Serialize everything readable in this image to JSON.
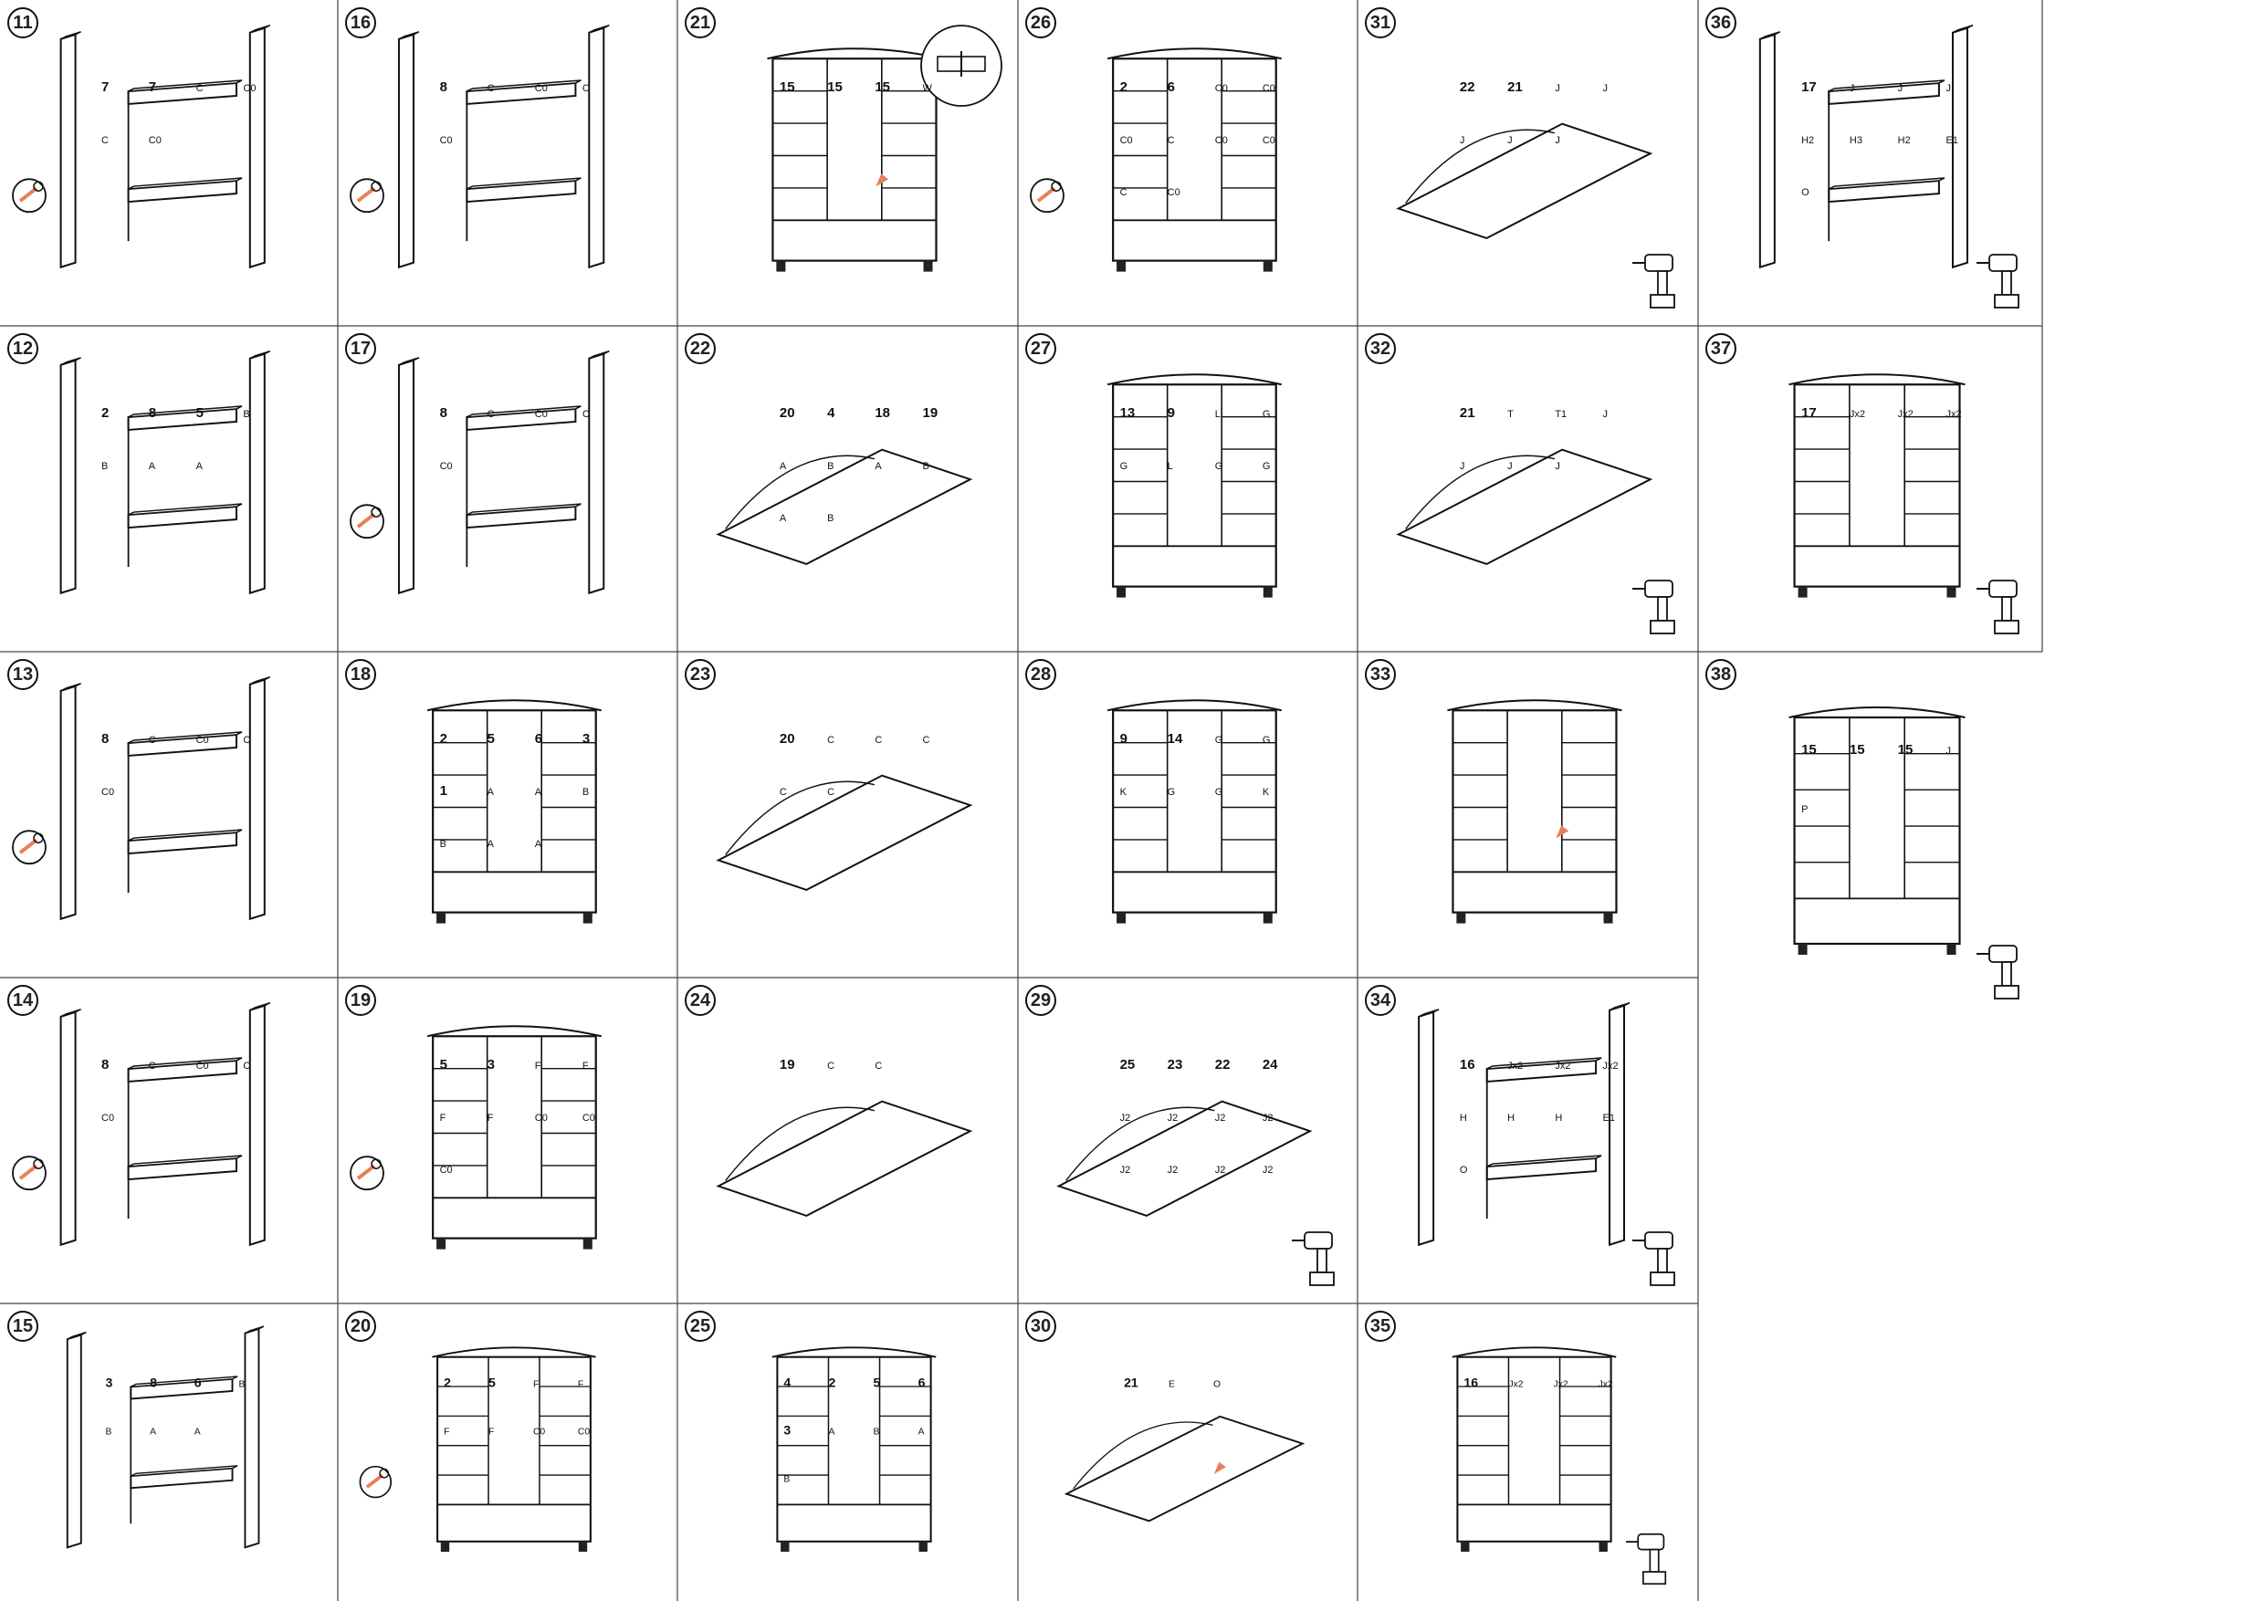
{
  "title": "",
  "columns": 6,
  "rows": 5,
  "colors": {
    "line": "#111111",
    "grid": "#555555",
    "accent": "#e8805a",
    "background": "#ffffff"
  },
  "steps": [
    {
      "n": "11",
      "col": 0,
      "row": 0,
      "icon": "hex-key-icon",
      "labels": [
        "7",
        "7",
        "C",
        "C0",
        "C",
        "C0"
      ]
    },
    {
      "n": "12",
      "col": 0,
      "row": 1,
      "icon": "",
      "labels": [
        "2",
        "8",
        "5",
        "B",
        "B",
        "A",
        "A"
      ]
    },
    {
      "n": "13",
      "col": 0,
      "row": 2,
      "icon": "hex-key-icon",
      "labels": [
        "8",
        "C",
        "C0",
        "C",
        "C0"
      ]
    },
    {
      "n": "14",
      "col": 0,
      "row": 3,
      "icon": "hex-key-icon",
      "labels": [
        "8",
        "C",
        "C0",
        "C",
        "C0"
      ]
    },
    {
      "n": "15",
      "col": 0,
      "row": 4,
      "icon": "",
      "labels": [
        "3",
        "8",
        "6",
        "B",
        "B",
        "A",
        "A"
      ]
    },
    {
      "n": "16",
      "col": 1,
      "row": 0,
      "icon": "hex-key-icon",
      "labels": [
        "8",
        "C",
        "C0",
        "C",
        "C0"
      ]
    },
    {
      "n": "17",
      "col": 1,
      "row": 1,
      "icon": "hex-key-icon",
      "labels": [
        "8",
        "C",
        "C0",
        "C",
        "C0"
      ]
    },
    {
      "n": "18",
      "col": 1,
      "row": 2,
      "icon": "",
      "labels": [
        "2",
        "5",
        "6",
        "3",
        "1",
        "A",
        "A",
        "B",
        "B",
        "A",
        "A"
      ]
    },
    {
      "n": "19",
      "col": 1,
      "row": 3,
      "icon": "hex-key-icon",
      "labels": [
        "5",
        "3",
        "F",
        "F",
        "F",
        "F",
        "C0",
        "C0",
        "C0"
      ]
    },
    {
      "n": "20",
      "col": 1,
      "row": 4,
      "icon": "hex-key-icon",
      "labels": [
        "2",
        "5",
        "F",
        "F",
        "F",
        "F",
        "C0",
        "C0"
      ]
    },
    {
      "n": "21",
      "col": 2,
      "row": 0,
      "icon": "connector-detail-icon",
      "labels": [
        "15",
        "15",
        "15",
        "W"
      ]
    },
    {
      "n": "22",
      "col": 2,
      "row": 1,
      "icon": "",
      "labels": [
        "20",
        "4",
        "18",
        "19",
        "A",
        "B",
        "A",
        "B",
        "A",
        "B"
      ]
    },
    {
      "n": "23",
      "col": 2,
      "row": 2,
      "icon": "",
      "labels": [
        "20",
        "C",
        "C",
        "C",
        "C",
        "C"
      ]
    },
    {
      "n": "24",
      "col": 2,
      "row": 3,
      "icon": "",
      "labels": [
        "19",
        "C",
        "C"
      ]
    },
    {
      "n": "25",
      "col": 2,
      "row": 4,
      "icon": "",
      "labels": [
        "4",
        "2",
        "5",
        "6",
        "3",
        "A",
        "B",
        "A",
        "B"
      ]
    },
    {
      "n": "26",
      "col": 3,
      "row": 0,
      "icon": "hex-key-icon",
      "labels": [
        "2",
        "6",
        "C0",
        "C0",
        "C0",
        "C",
        "C0",
        "C0",
        "C",
        "C0"
      ]
    },
    {
      "n": "27",
      "col": 3,
      "row": 1,
      "icon": "",
      "labels": [
        "13",
        "9",
        "L",
        "G",
        "G",
        "L",
        "G",
        "G"
      ]
    },
    {
      "n": "28",
      "col": 3,
      "row": 2,
      "icon": "",
      "labels": [
        "9",
        "14",
        "G",
        "G",
        "K",
        "G",
        "G",
        "K"
      ]
    },
    {
      "n": "29",
      "col": 3,
      "row": 3,
      "icon": "drill-icon",
      "labels": [
        "25",
        "23",
        "22",
        "24",
        "J2",
        "J2",
        "J2",
        "J2",
        "J2",
        "J2",
        "J2",
        "J2"
      ]
    },
    {
      "n": "30",
      "col": 3,
      "row": 4,
      "icon": "",
      "labels": [
        "21",
        "E",
        "O"
      ]
    },
    {
      "n": "31",
      "col": 4,
      "row": 0,
      "icon": "drill-icon",
      "labels": [
        "22",
        "21",
        "J",
        "J",
        "J",
        "J",
        "J"
      ]
    },
    {
      "n": "32",
      "col": 4,
      "row": 1,
      "icon": "drill-icon",
      "labels": [
        "21",
        "T",
        "T1",
        "J",
        "J",
        "J",
        "J"
      ]
    },
    {
      "n": "33",
      "col": 4,
      "row": 2,
      "icon": "",
      "labels": []
    },
    {
      "n": "34",
      "col": 4,
      "row": 3,
      "icon": "drill-icon",
      "labels": [
        "16",
        "Jx2",
        "Jx2",
        "Jx2",
        "H",
        "H",
        "H",
        "E1",
        "O"
      ]
    },
    {
      "n": "35",
      "col": 4,
      "row": 4,
      "icon": "drill-icon",
      "labels": [
        "16",
        "Jx2",
        "Jx2",
        "Jx2"
      ]
    },
    {
      "n": "36",
      "col": 5,
      "row": 0,
      "icon": "drill-icon",
      "labels": [
        "17",
        "J",
        "J",
        "J",
        "H2",
        "H3",
        "H2",
        "E1",
        "O"
      ]
    },
    {
      "n": "37",
      "col": 5,
      "row": 1,
      "icon": "drill-icon",
      "labels": [
        "17",
        "Jx2",
        "Jx2",
        "Jx2"
      ]
    },
    {
      "n": "38",
      "col": 5,
      "row": 2,
      "icon": "drill-icon",
      "labels": [
        "15",
        "15",
        "15",
        "J",
        "P"
      ]
    }
  ]
}
